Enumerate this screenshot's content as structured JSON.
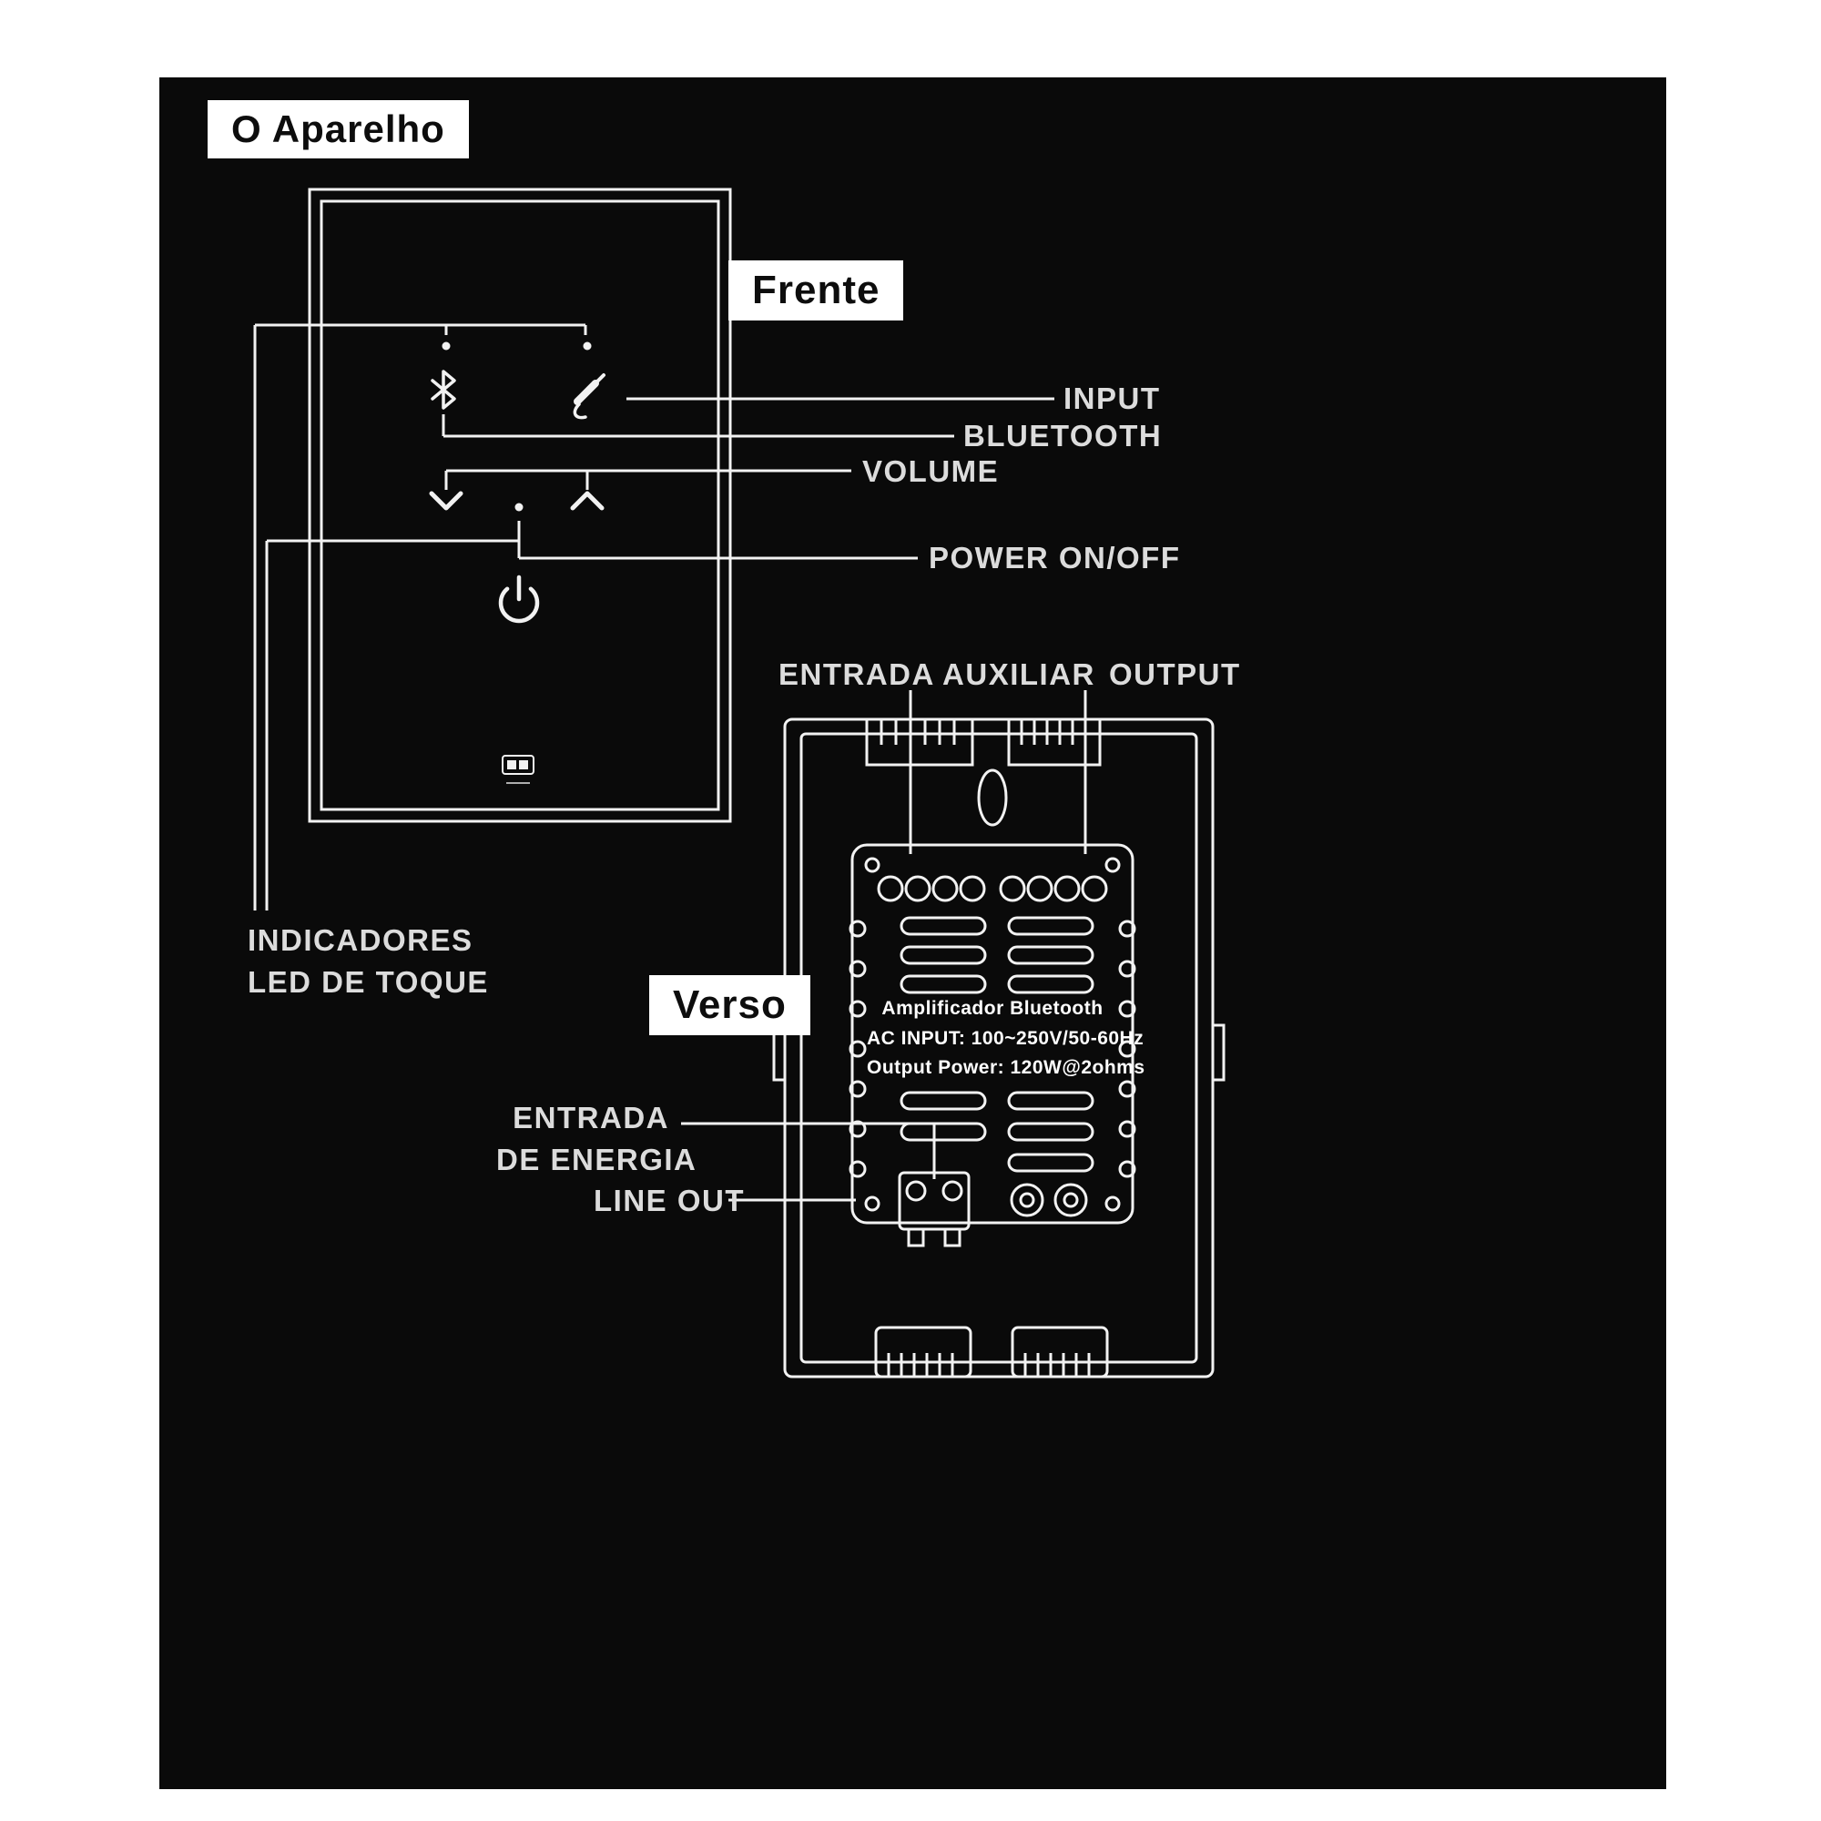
{
  "badges": {
    "device": "O Aparelho",
    "front": "Frente",
    "back": "Verso"
  },
  "front": {
    "labels": {
      "input": "INPUT",
      "bluetooth": "BLUETOOTH",
      "volume": "VOLUME",
      "power": "POWER ON/OFF",
      "led_line1": "INDICADORES",
      "led_line2": "LED DE TOQUE"
    }
  },
  "back": {
    "labels": {
      "aux": "ENTRADA AUXILIAR",
      "output": "OUTPUT",
      "energy_line1": "ENTRADA",
      "energy_line2": "DE ENERGIA",
      "line_out": "LINE OUT"
    },
    "plate": {
      "line1": "Amplificador Bluetooth",
      "line2": "AC INPUT: 100~250V/50-60Hz",
      "line3": "Output Power: 120W@2ohms"
    }
  },
  "icons": {
    "bluetooth": "bluetooth-rune",
    "input": "aux-jack-with-cable",
    "volume_down": "chevron-down",
    "volume_up": "chevron-up",
    "power": "power-symbol"
  },
  "colors": {
    "background": "#ffffff",
    "panel": "#0a0a0a",
    "line": "#f2f2f2",
    "label_text": "#dcdcdc",
    "badge_bg": "#ffffff",
    "badge_text": "#0d0d0d"
  }
}
